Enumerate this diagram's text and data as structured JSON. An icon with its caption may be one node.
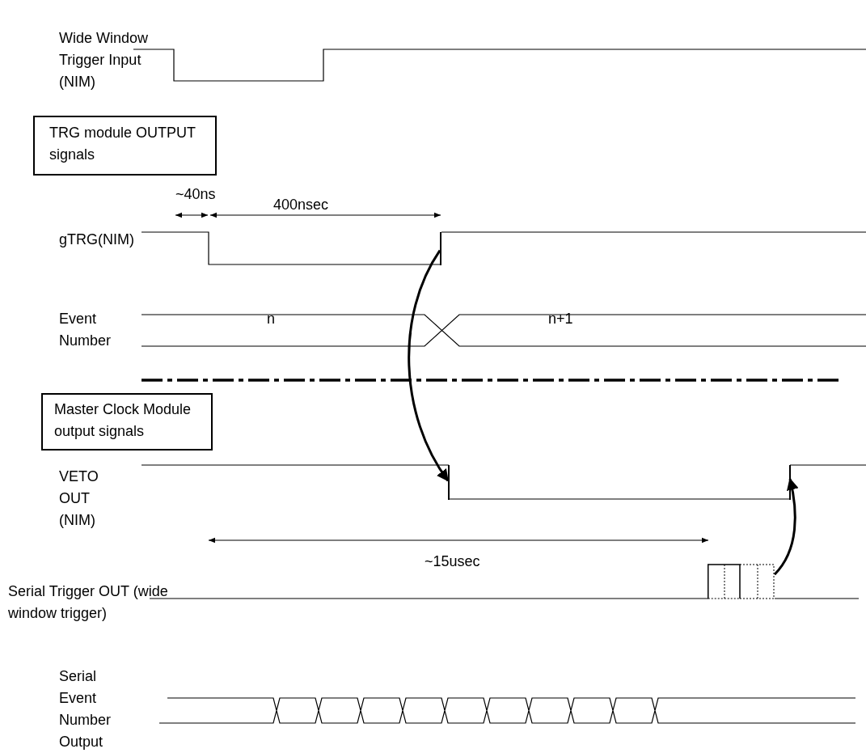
{
  "diagram": {
    "nodes": [
      {
        "text": [
          "TRG module OUTPUT signals"
        ]
      },
      {
        "text": [
          "Master Clock Module output signals"
        ]
      },
      {
        "text": [],
        "shape": "bar"
      },
      {
        "text": [],
        "shape": "bar"
      },
      {
        "text": [],
        "shape": "box"
      },
      {
        "text": [],
        "shape": "bar"
      }
    ],
    "edges": [
      {
        "from": 2,
        "to": 3,
        "arrow": "to"
      },
      {
        "from": 4,
        "to": 5,
        "arrow": "to"
      }
    ],
    "labels": [
      "Wide Window Trigger Input (NIM)",
      "~40ns",
      "400nsec",
      "gTRG(NIM)",
      "Event Number",
      "n",
      "n+1",
      "VETO OUT (NIM)",
      "~15usec",
      "Serial Trigger OUT (wide window trigger)",
      "Serial Event Number Output"
    ]
  }
}
